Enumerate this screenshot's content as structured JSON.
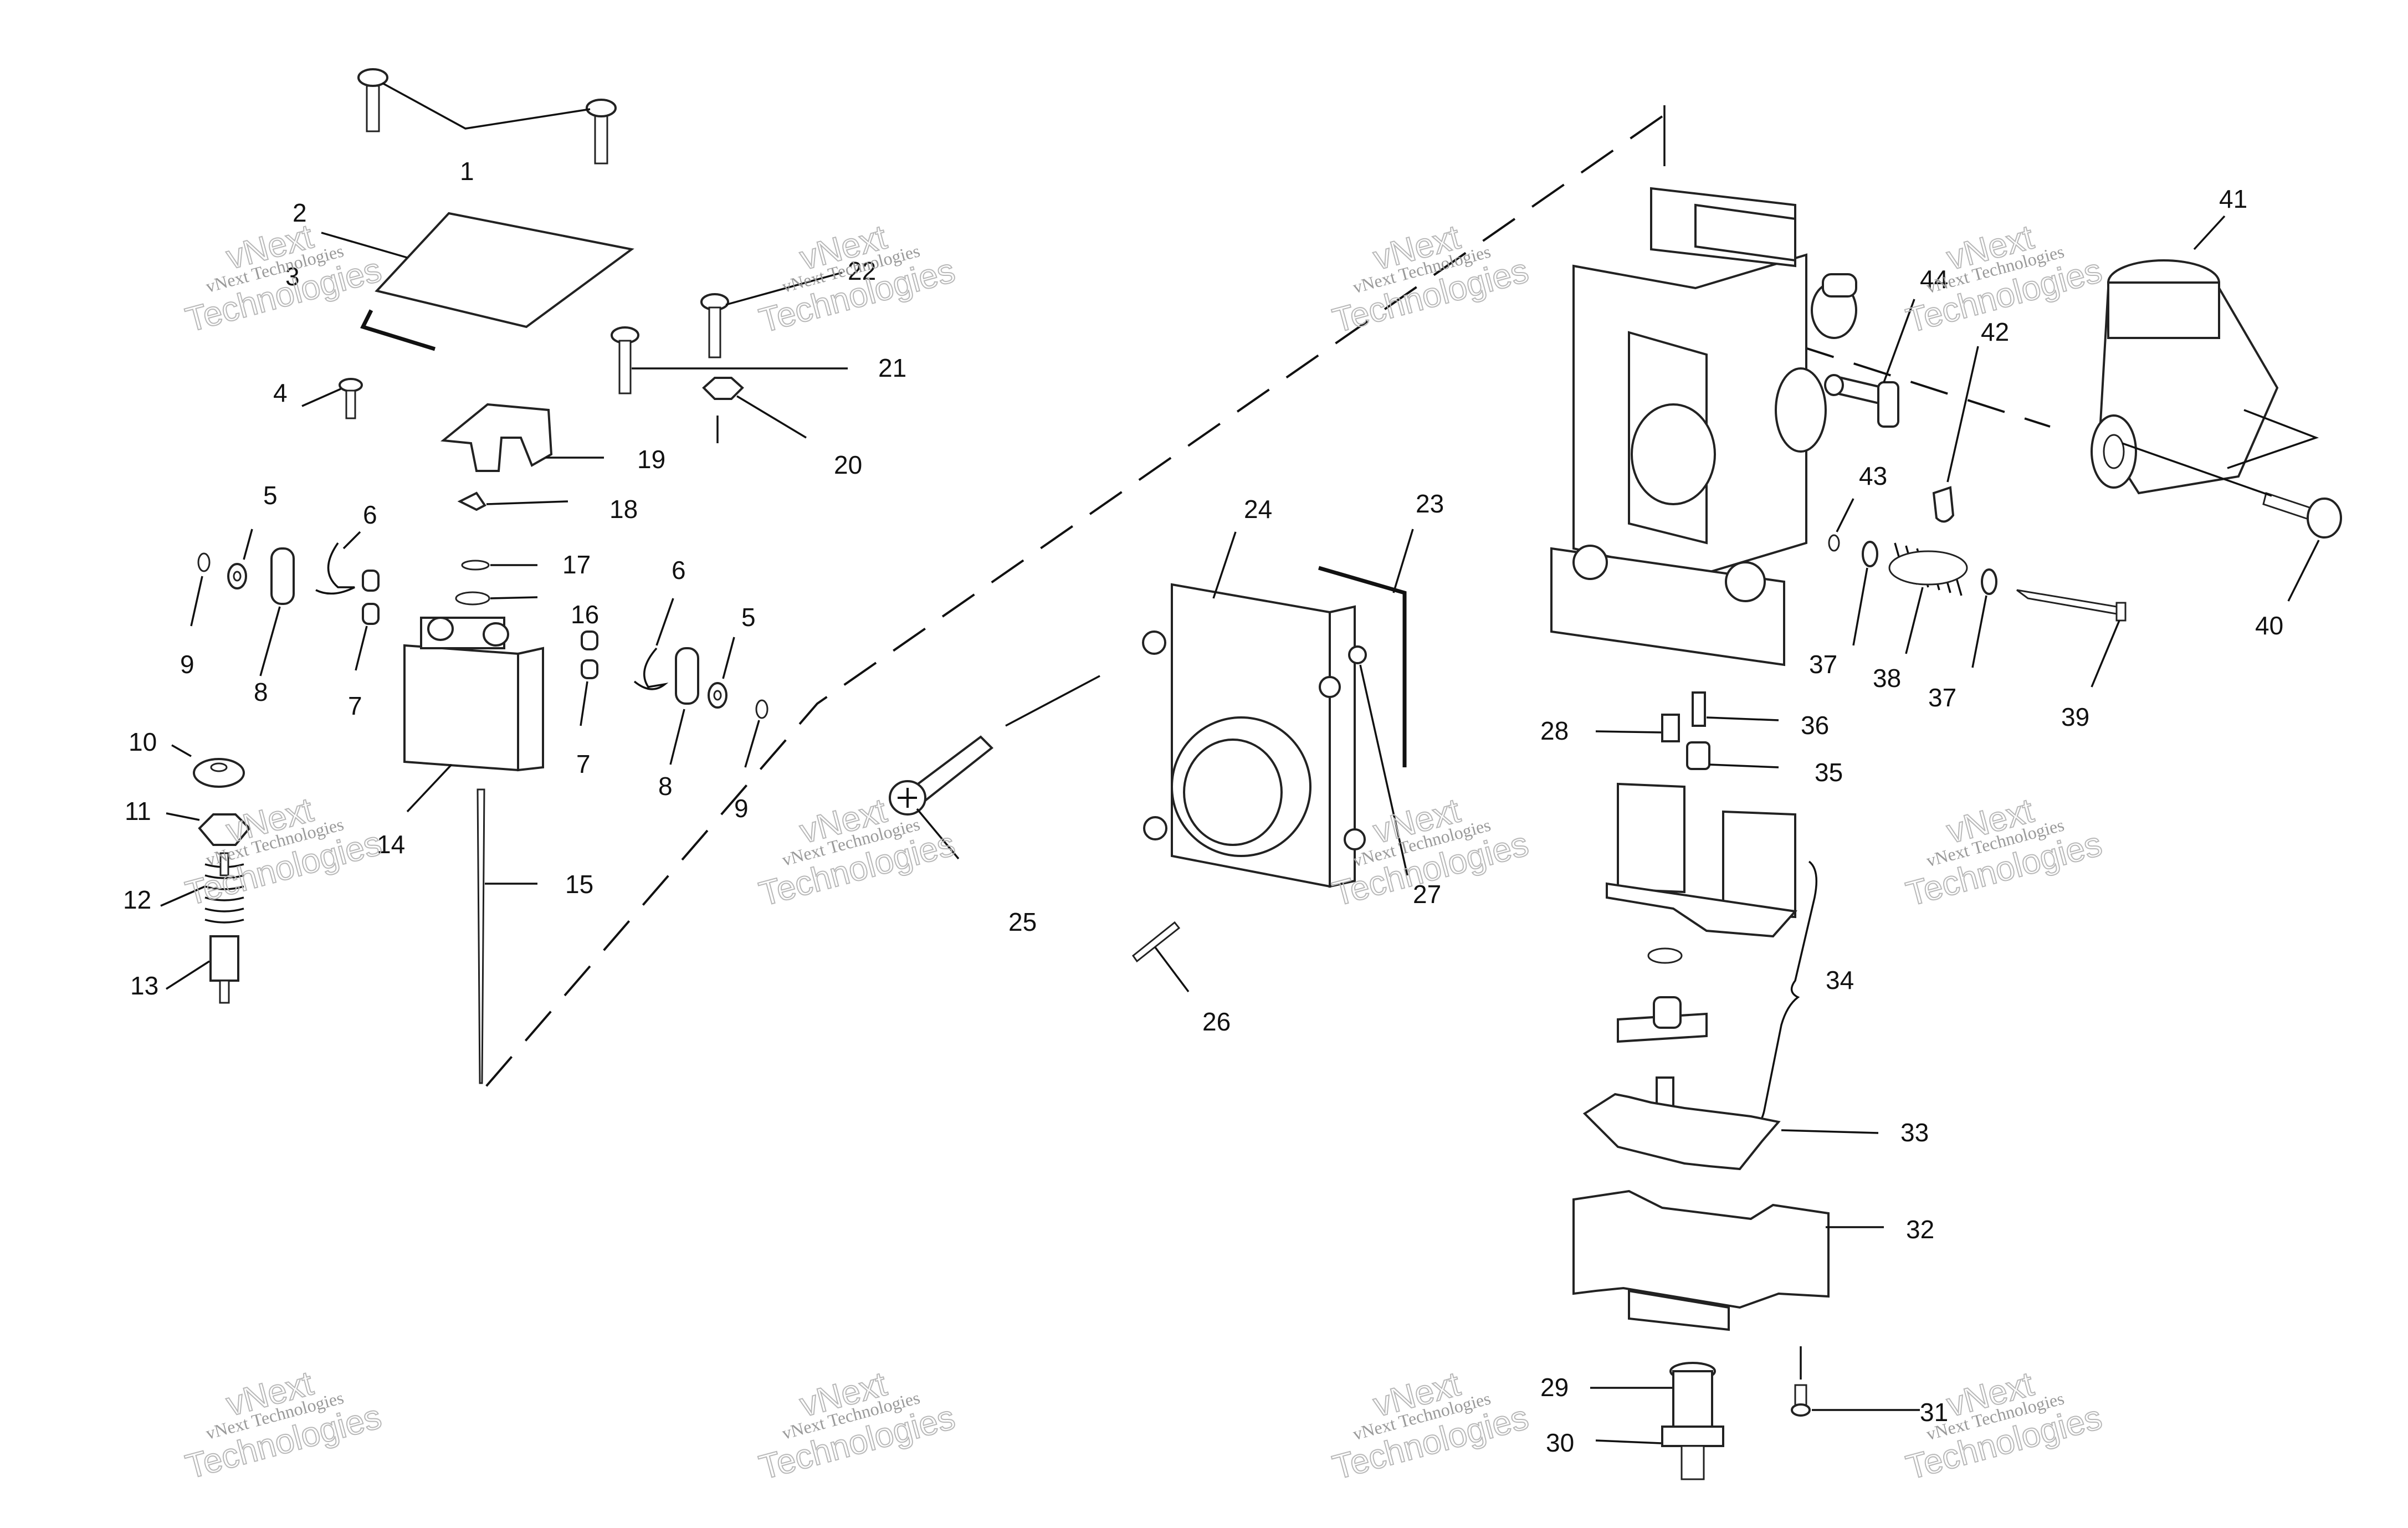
{
  "diagram": {
    "callouts": [
      "1",
      "2",
      "3",
      "4",
      "5",
      "6",
      "7",
      "8",
      "9",
      "10",
      "11",
      "12",
      "13",
      "14",
      "15",
      "16",
      "17",
      "18",
      "19",
      "20",
      "21",
      "22",
      "23",
      "24",
      "25",
      "26",
      "27",
      "28",
      "29",
      "30",
      "31",
      "32",
      "33",
      "34",
      "35",
      "36",
      "37",
      "38",
      "39",
      "40",
      "41",
      "42",
      "43",
      "44"
    ],
    "repeated_callouts": {
      "5b": "5",
      "6b": "6",
      "7b": "7",
      "8b": "8",
      "9b": "9",
      "37b": "37"
    },
    "watermark": {
      "small": "vNext Technologies",
      "large_top": "vNext",
      "large_bottom": "Technologies"
    }
  }
}
